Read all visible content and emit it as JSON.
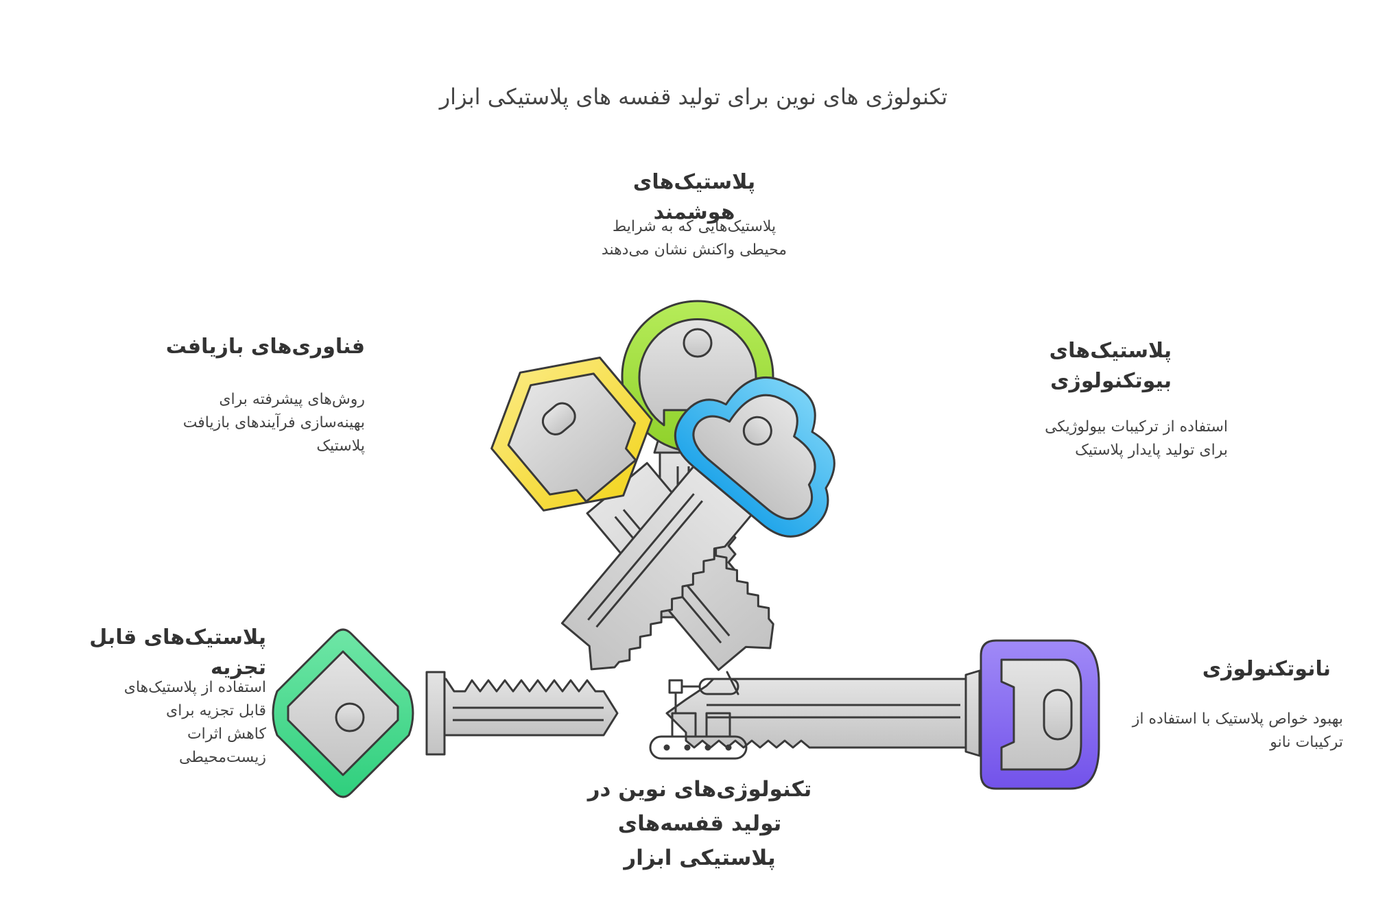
{
  "title": "تکنولوژی های نوین برای تولید قفسه های پلاستیکی ابزار",
  "center": {
    "label": "تکنولوژی‌های نوین در تولید قفسه‌های پلاستیکی ابزار",
    "icon": "conveyor-robot-arm-icon"
  },
  "items": [
    {
      "id": "smart",
      "title": "پلاستیک‌های هوشمند",
      "description": "پلاستیک‌هایی که به شرایط محیطی واکنش نشان می‌دهند",
      "color": "#9fdc3a"
    },
    {
      "id": "biotech",
      "title": "پلاستیک‌های بیوتکنولوژی",
      "description": "استفاده از ترکیبات بیولوژیکی برای تولید پایدار پلاستیک",
      "color": "#f7e14a"
    },
    {
      "id": "nano",
      "title": "نانوتکنولوژی",
      "description": "بهبود خواص پلاستیک با استفاده از ترکیبات نانو",
      "color": "#8b6ef2"
    },
    {
      "id": "biodegradable",
      "title": "پلاستیک‌های قابل تجزیه",
      "description": "استفاده از پلاستیک‌های قابل تجزیه برای کاهش اثرات زیست‌محیطی",
      "color": "#3fd98a"
    },
    {
      "id": "recycling",
      "title": "فناوری‌های بازیافت",
      "description": "روش‌های پیشرفته برای بهینه‌سازی فرآیندهای بازیافت پلاستیک",
      "color": "#3bb8ee"
    }
  ]
}
